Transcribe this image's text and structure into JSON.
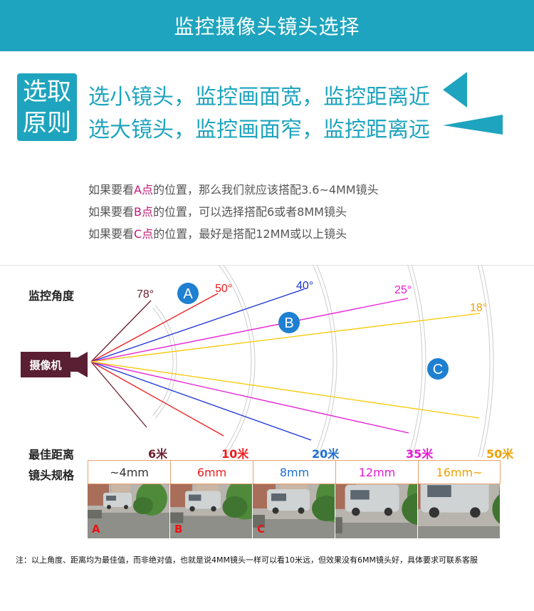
{
  "header": {
    "title": "监控摄像头镜头选择"
  },
  "principle": {
    "badge_line1": "选取",
    "badge_line2": "原则",
    "small_lens": "选小镜头，监控画面宽，监控距离近",
    "large_lens": "选大镜头，监控画面窄，监控距离远"
  },
  "rules": [
    {
      "pre": "如果要看",
      "point": "A点",
      "post": "的位置，那么我们就应该搭配3.6~4MM镜头"
    },
    {
      "pre": "如果要看",
      "point": "B点",
      "post": "的位置，可以选择搭配6或者8MM镜头"
    },
    {
      "pre": "如果要看",
      "point": "C点",
      "post": "的位置，最好是搭配12MM或以上镜头"
    }
  ],
  "diagram": {
    "angle_label": "监控角度",
    "camera_label": "摄像机",
    "distance_label": "最佳距离",
    "spec_label": "镜头规格",
    "angles": [
      "78°",
      "50°",
      "40°",
      "25°",
      "18°"
    ],
    "points": [
      "A",
      "B",
      "C"
    ],
    "distances": [
      "6米",
      "10米",
      "20米",
      "35米",
      "50米"
    ],
    "colors": [
      "#6b1e2e",
      "#ee1c1c",
      "#1a2fd6",
      "#e619d2",
      "#f7c800"
    ],
    "distance_colors": [
      "#6b1e2e",
      "#ee1c1c",
      "#1d6fd0",
      "#e619d2",
      "#f0a000"
    ],
    "point_color": "#1f7fd0"
  },
  "specs": [
    {
      "label": "~4mm",
      "color": "#333333"
    },
    {
      "label": "6mm",
      "color": "#ee1c1c"
    },
    {
      "label": "8mm",
      "color": "#1d6fd0"
    },
    {
      "label": "12mm",
      "color": "#e619d2"
    },
    {
      "label": "16mm~",
      "color": "#f0a000"
    }
  ],
  "photo_labels": [
    "A",
    "B",
    "C",
    "",
    ""
  ],
  "note": "注：以上角度、距离均为最佳值，而非绝对值，也就是说4MM镜头一样可以看10米远，但效果没有6MM镜头好，具体要求可联系客服",
  "accent": "#1ea4be"
}
